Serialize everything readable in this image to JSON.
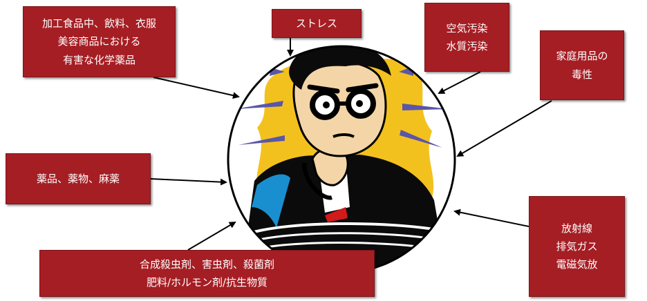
{
  "colors": {
    "box_fill": "#a51e24",
    "box_text": "#ffffff",
    "arrow": "#000000",
    "circle_bg": "#f3c11e"
  },
  "center_image": {
    "icon": "worried-man-thinking-icon"
  },
  "factors": {
    "food": [
      "加工食品中、飲料、衣服",
      "美容商品における",
      "有害な化学薬品"
    ],
    "stress": [
      "ストレス"
    ],
    "pollution": [
      "空気汚染",
      "水質汚染"
    ],
    "household": [
      "家庭用品の",
      "毒性"
    ],
    "drugs": [
      "薬品、薬物、麻薬"
    ],
    "radiation": [
      "放射線",
      "排気ガス",
      "電磁気放"
    ],
    "pesticides": [
      "合成殺虫剤、害虫剤、殺菌剤",
      "肥料/ホルモン剤/抗生物質"
    ]
  }
}
